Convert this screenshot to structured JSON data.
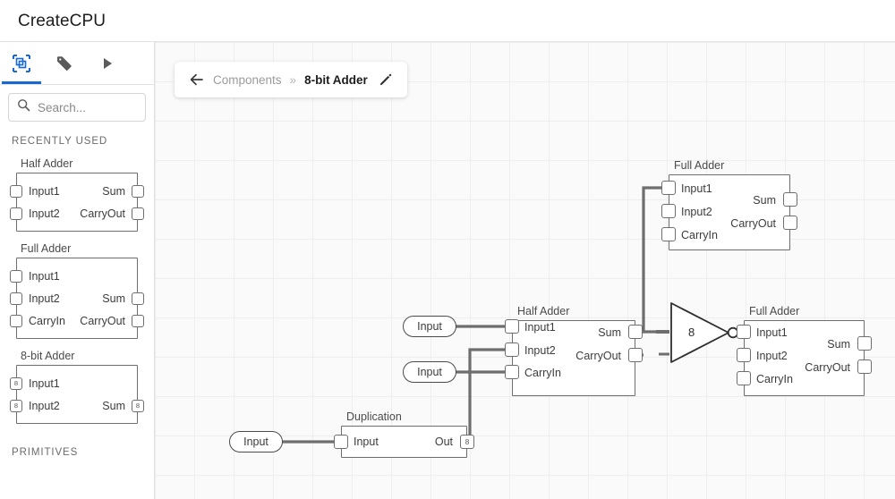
{
  "app": {
    "title": "CreateCPU"
  },
  "sidebar": {
    "tabs": [
      {
        "name": "components-tab",
        "icon": "components-icon",
        "active": true
      },
      {
        "name": "tags-tab",
        "icon": "tag-icon",
        "active": false
      },
      {
        "name": "run-tab",
        "icon": "play-icon",
        "active": false
      }
    ],
    "search": {
      "placeholder": "Search...",
      "value": "",
      "icon": "search-icon"
    },
    "sections": [
      {
        "label": "RECENTLY USED"
      },
      {
        "label": "PRIMITIVES"
      }
    ],
    "components": [
      {
        "title": "Half Adder",
        "inputs": [
          {
            "label": "Input1",
            "badge": ""
          },
          {
            "label": "Input2",
            "badge": ""
          }
        ],
        "outputs": [
          {
            "label": "Sum",
            "badge": ""
          },
          {
            "label": "CarryOut",
            "badge": ""
          }
        ]
      },
      {
        "title": "Full Adder",
        "inputs": [
          {
            "label": "Input1",
            "badge": ""
          },
          {
            "label": "Input2",
            "badge": ""
          },
          {
            "label": "CarryIn",
            "badge": ""
          }
        ],
        "outputs": [
          {
            "label": "Sum",
            "badge": ""
          },
          {
            "label": "CarryOut",
            "badge": ""
          }
        ]
      },
      {
        "title": "8-bit Adder",
        "inputs": [
          {
            "label": "Input1",
            "badge": "8"
          },
          {
            "label": "Input2",
            "badge": "8"
          }
        ],
        "outputs": [
          {
            "label": "Sum",
            "badge": "8"
          }
        ]
      }
    ]
  },
  "breadcrumb": {
    "back_icon": "arrow-left-icon",
    "root": "Components",
    "separator": "»",
    "current": "8-bit Adder",
    "edit_icon": "pencil-icon"
  },
  "canvas": {
    "nodes": {
      "full_adder_top": {
        "title": "Full Adder",
        "inputs": [
          "Input1",
          "Input2",
          "CarryIn"
        ],
        "outputs": [
          "Sum",
          "CarryOut"
        ]
      },
      "half_adder_mid": {
        "title": "Half Adder",
        "inputs": [
          "Input1",
          "Input2",
          "CarryIn"
        ],
        "outputs": [
          "Sum",
          "CarryOut"
        ]
      },
      "full_adder_right": {
        "title": "Full Adder",
        "inputs": [
          "Input1",
          "Input2",
          "CarryIn"
        ],
        "outputs": [
          "Sum",
          "CarryOut"
        ]
      },
      "duplication": {
        "title": "Duplication",
        "inputs": [
          "Input"
        ],
        "outputs": [
          "Out"
        ],
        "out_badge": "8"
      },
      "merge": {
        "label": "8"
      },
      "input_pills": [
        {
          "label": "Input"
        },
        {
          "label": "Input"
        },
        {
          "label": "Input"
        }
      ]
    }
  },
  "colors": {
    "accent": "#1769d1",
    "node_stroke": "#6e6e6e",
    "wire": "#6e6e6e",
    "canvas_bg": "#fafafa",
    "grid": "#eeeeee"
  }
}
